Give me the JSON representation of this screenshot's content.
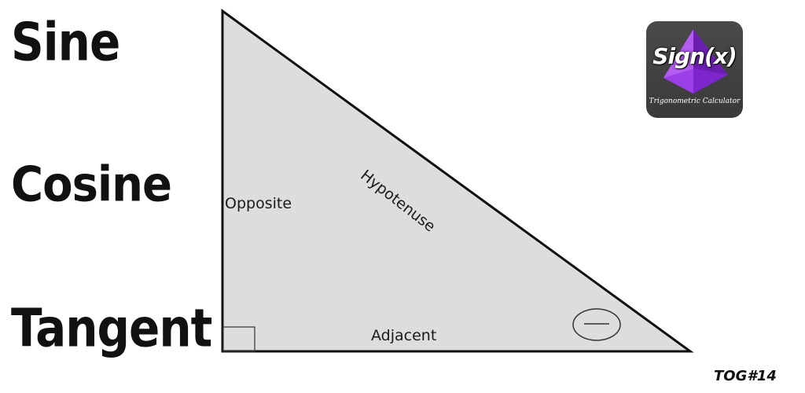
{
  "words": {
    "sine": "Sine",
    "cosine": "Cosine",
    "tangent": "Tangent"
  },
  "triangle": {
    "opposite": "Opposite",
    "hypotenuse": "Hypotenuse",
    "adjacent": "Adjacent",
    "fill": "#dddddd",
    "stroke": "#111111"
  },
  "app": {
    "title": "Sign(x)",
    "subtitle": "Trigonometric Calculator",
    "accent": "#8a2be2"
  },
  "tag": "TOG#14"
}
